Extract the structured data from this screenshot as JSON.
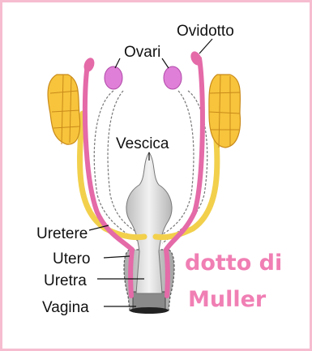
{
  "labels": {
    "ovidotto": "Ovidotto",
    "ovari": "Ovari",
    "vescica": "Vescica",
    "uretere": "Uretere",
    "utero": "Utero",
    "uretra": "Uretra",
    "vagina": "Vagina",
    "muller_line1": "dotto di",
    "muller_line2": "Muller"
  },
  "colors": {
    "frame": "#f6bcd0",
    "kidney": "#f7c43c",
    "kidney_lobe_line": "#c98a1a",
    "ureter": "#f2d04c",
    "oviduct": "#e46aa8",
    "ovary": "#e07fd8",
    "bladder": "#cfcfcf",
    "label": "#111111",
    "muller_text": "#f07fb4"
  }
}
